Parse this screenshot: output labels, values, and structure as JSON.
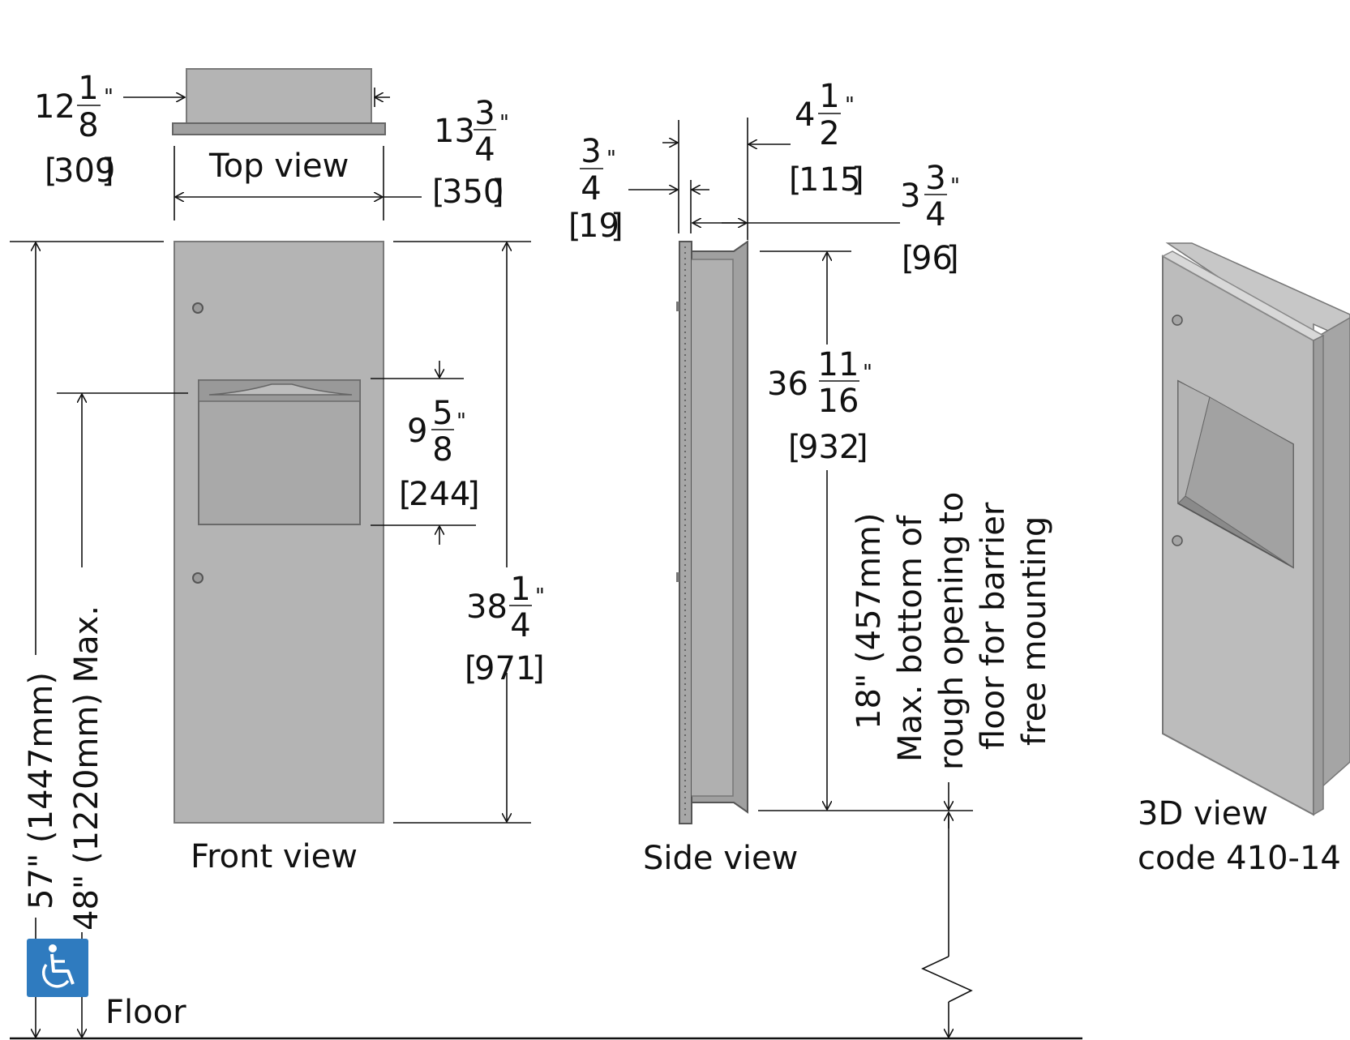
{
  "views": {
    "top": "Top view",
    "front": "Front view",
    "side": "Side view",
    "iso_line1": "3D view",
    "iso_line2": "code 410-14"
  },
  "dimensions": {
    "top_depth": {
      "whole": "12",
      "num": "1",
      "den": "8",
      "mm": "309"
    },
    "width": {
      "whole": "13",
      "num": "3",
      "den": "4",
      "mm": "350"
    },
    "flange": {
      "whole": "",
      "num": "3",
      "den": "4",
      "mm": "19"
    },
    "side_depth": {
      "whole": "4",
      "num": "1",
      "den": "2",
      "mm": "115"
    },
    "recess": {
      "whole": "3",
      "num": "3",
      "den": "4",
      "mm": "96"
    },
    "opening": {
      "whole": "9",
      "num": "5",
      "den": "8",
      "mm": "244"
    },
    "height": {
      "whole": "38",
      "num": "1",
      "den": "4",
      "mm": "971"
    },
    "rough_height": {
      "whole": "36",
      "num": "11",
      "den": "16",
      "mm": "932"
    },
    "inch_mark": "\""
  },
  "floor_notes": {
    "mount_57": "57\" (1447mm)",
    "mount_48": "48\" (1220mm) Max.",
    "barrier_line1": "18\" (457mm)",
    "barrier_line2": "Max. bottom of",
    "barrier_line3": "rough opening to",
    "barrier_line4": "floor for barrier",
    "barrier_line5": "free mounting",
    "floor": "Floor"
  },
  "colors": {
    "steel": "#b4b4b4",
    "steel_dark": "#8e8e8e",
    "accessibility_blue": "#2f7bbf"
  },
  "icons": [
    "wheelchair-accessibility-icon"
  ]
}
